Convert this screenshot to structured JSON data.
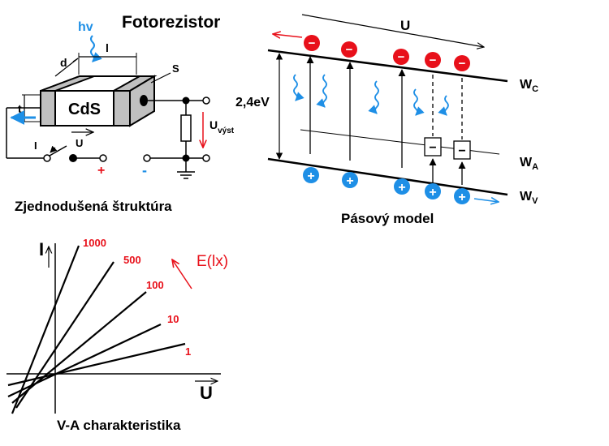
{
  "title": "Fotorezistor",
  "structure": {
    "caption": "Zjednodušená štruktúra",
    "hv": "hv",
    "d": "d",
    "l": "l",
    "s": "S",
    "t": "t",
    "material": "CdS",
    "current": "I",
    "voltage": "U",
    "u_out_main": "U",
    "u_out_sub": "výst",
    "plus": "+",
    "minus": "-"
  },
  "band_model": {
    "caption": "Pásový model",
    "voltage": "U",
    "gap": "2,4eV",
    "wc_main": "W",
    "wc_sub": "C",
    "wa_main": "W",
    "wa_sub": "A",
    "wv_main": "W",
    "wv_sub": "V",
    "electron_sign": "−",
    "hole_sign": "+",
    "trap_sign": "−"
  },
  "va": {
    "caption": "V-A charakteristika",
    "y_axis": "I",
    "x_axis": "U",
    "illum_label": "E(lx)",
    "curve_labels": [
      "1000",
      "500",
      "100",
      "10",
      "1"
    ]
  },
  "colors": {
    "red": "#e8101a",
    "blue": "#1e8fe6",
    "gray": "#c0c0c0"
  }
}
